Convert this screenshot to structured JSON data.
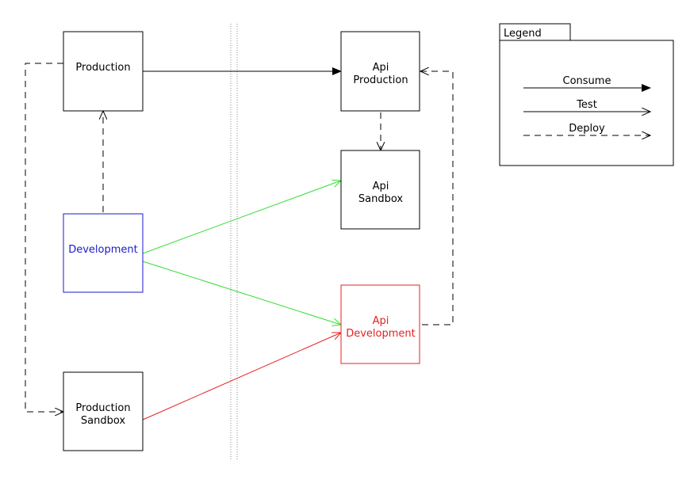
{
  "colors": {
    "default": "#000000",
    "development": "#1a1acc",
    "api_development": "#e62020",
    "test_edge": "#33dd33",
    "red_edge": "#e62020",
    "separator": "#8a8a8a"
  },
  "nodes": {
    "production": {
      "line1": "Production",
      "line2": ""
    },
    "development": {
      "line1": "Development",
      "line2": ""
    },
    "production_sandbox": {
      "line1": "Production",
      "line2": "Sandbox"
    },
    "api_production": {
      "line1": "Api",
      "line2": "Production"
    },
    "api_sandbox": {
      "line1": "Api",
      "line2": "Sandbox"
    },
    "api_development": {
      "line1": "Api",
      "line2": "Development"
    }
  },
  "legend": {
    "title": "Legend",
    "consume_label": "Consume",
    "test_label": "Test",
    "deploy_label": "Deploy"
  },
  "edges": [
    {
      "from": "production",
      "to": "api_production",
      "kind": "consume",
      "color": "#000000"
    },
    {
      "from": "development",
      "to": "production",
      "kind": "deploy",
      "color": "#000000"
    },
    {
      "from": "production",
      "to": "production_sandbox",
      "kind": "deploy",
      "color": "#000000"
    },
    {
      "from": "api_production",
      "to": "api_sandbox",
      "kind": "deploy",
      "color": "#000000"
    },
    {
      "from": "api_development",
      "to": "api_production",
      "kind": "deploy",
      "color": "#000000"
    },
    {
      "from": "development",
      "to": "api_sandbox",
      "kind": "test",
      "color": "#33dd33"
    },
    {
      "from": "development",
      "to": "api_development",
      "kind": "test",
      "color": "#33dd33"
    },
    {
      "from": "production_sandbox",
      "to": "api_development",
      "kind": "test",
      "color": "#e62020"
    }
  ]
}
